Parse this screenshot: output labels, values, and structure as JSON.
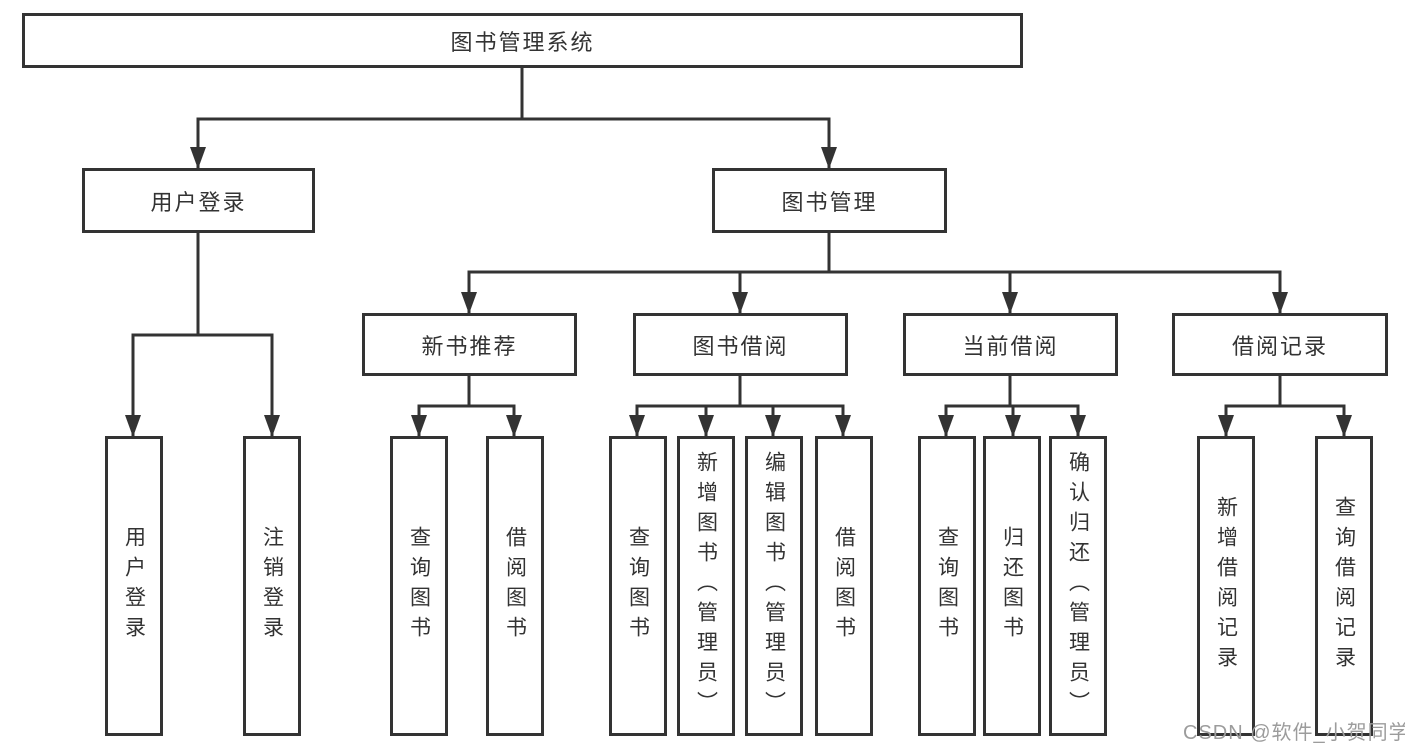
{
  "colors": {
    "line": "#333333",
    "text": "#333333",
    "background": "#ffffff",
    "watermark": "#9c9c9c"
  },
  "tree": {
    "root": {
      "label": "图书管理系统"
    },
    "branches": [
      {
        "label": "用户登录",
        "children": [
          {
            "label": "用户登录"
          },
          {
            "label": "注销登录"
          }
        ]
      },
      {
        "label": "图书管理",
        "children": [
          {
            "label": "新书推荐",
            "children": [
              {
                "label": "查询图书"
              },
              {
                "label": "借阅图书"
              }
            ]
          },
          {
            "label": "图书借阅",
            "children": [
              {
                "label": "查询图书"
              },
              {
                "label": "新增图书（管理员）"
              },
              {
                "label": "编辑图书（管理员）"
              },
              {
                "label": "借阅图书"
              }
            ]
          },
          {
            "label": "当前借阅",
            "children": [
              {
                "label": "查询图书"
              },
              {
                "label": "归还图书"
              },
              {
                "label": "确认归还（管理员）"
              }
            ]
          },
          {
            "label": "借阅记录",
            "children": [
              {
                "label": "新增借阅记录"
              },
              {
                "label": "查询借阅记录"
              }
            ]
          }
        ]
      }
    ]
  },
  "watermark": {
    "text": "CSDN @软件_小贺同学"
  }
}
